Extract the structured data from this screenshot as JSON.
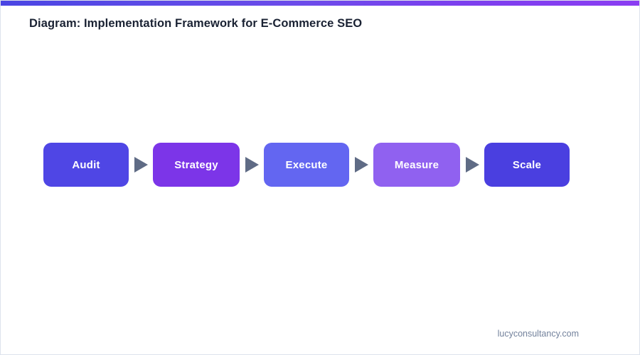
{
  "page": {
    "title": "Diagram: Implementation Framework for E-Commerce SEO",
    "footer": "lucyconsultancy.com",
    "background_color": "#ffffff",
    "border_color": "#dde3ec",
    "title_color": "#1a2233",
    "footer_color": "#73829c"
  },
  "accent_bar": {
    "gradient_start": "#4a45e3",
    "gradient_end": "#8b3df2"
  },
  "diagram": {
    "type": "linear-flow",
    "arrow_color": "#5f6b85",
    "arrow_icon": "triangle-right-icon",
    "steps": [
      {
        "label": "Audit",
        "color": "#4f46e5"
      },
      {
        "label": "Strategy",
        "color": "#7c35e8"
      },
      {
        "label": "Execute",
        "color": "#6366f1"
      },
      {
        "label": "Measure",
        "color": "#9061f0"
      },
      {
        "label": "Scale",
        "color": "#4a3fe0"
      }
    ]
  }
}
